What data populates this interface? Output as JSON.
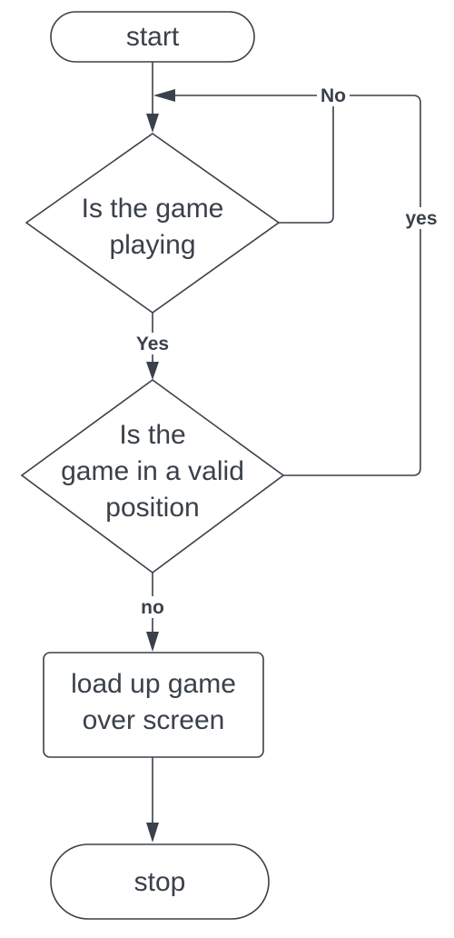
{
  "flowchart": {
    "nodes": {
      "start": {
        "shape": "terminator",
        "lines": [
          "start"
        ]
      },
      "is_playing": {
        "shape": "decision",
        "lines": [
          "Is the game",
          "playing"
        ]
      },
      "is_valid": {
        "shape": "decision",
        "lines": [
          "Is the",
          "game in a valid",
          "position"
        ]
      },
      "load_game_over": {
        "shape": "process",
        "lines": [
          "load up game",
          "over screen"
        ]
      },
      "stop": {
        "shape": "terminator",
        "lines": [
          "stop"
        ]
      }
    },
    "edges": [
      {
        "from": "start",
        "to": "is_playing",
        "label": ""
      },
      {
        "from": "is_playing",
        "to": "is_playing",
        "label": "No"
      },
      {
        "from": "is_playing",
        "to": "is_valid",
        "label": "Yes"
      },
      {
        "from": "is_valid",
        "to": "is_playing",
        "label": "yes"
      },
      {
        "from": "is_valid",
        "to": "load_game_over",
        "label": "no"
      },
      {
        "from": "load_game_over",
        "to": "stop",
        "label": ""
      }
    ],
    "colors": {
      "stroke": "#3a414a",
      "text": "#3a414a",
      "background": "#ffffff"
    }
  }
}
